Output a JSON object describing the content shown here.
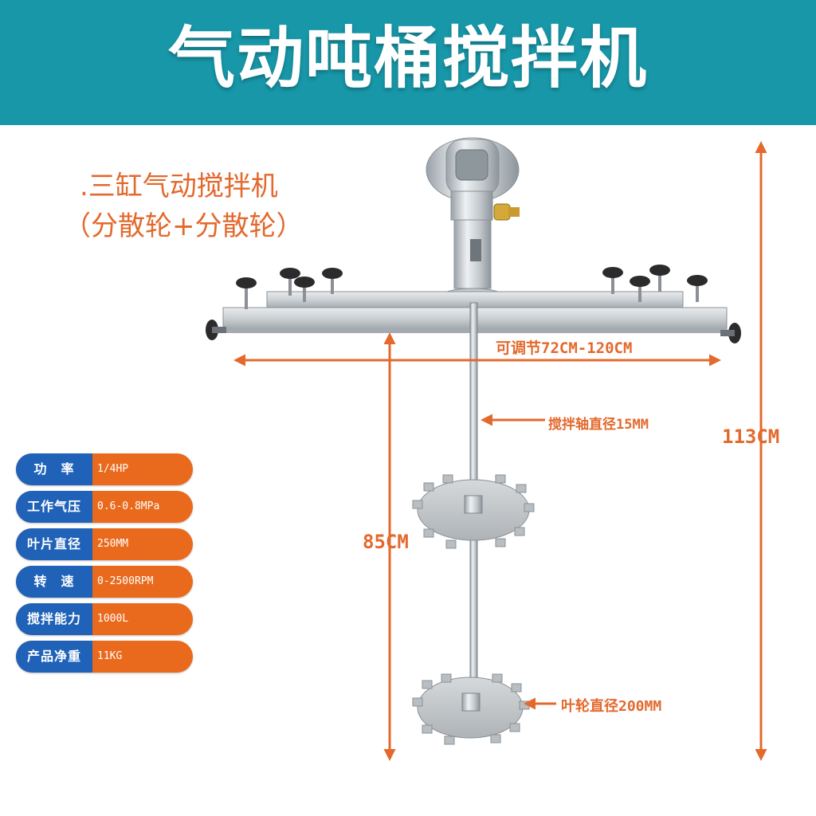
{
  "header": {
    "title": "气动吨桶搅拌机"
  },
  "product": {
    "model_line1": ".三缸气动搅拌机",
    "model_line2": "（分散轮+分散轮）"
  },
  "dimensions": {
    "width": "可调节72CM-120CM",
    "total_height": "113CM",
    "shaft_length": "85CM",
    "shaft_diameter": "搅拌轴直径15MM",
    "impeller_diameter": "叶轮直径200MM"
  },
  "specs": [
    {
      "key": "功　率",
      "value": "1/4HP"
    },
    {
      "key": "工作气压",
      "value": "0.6-0.8MPa"
    },
    {
      "key": "叶片直径",
      "value": "250MM"
    },
    {
      "key": "转　速",
      "value": "0-2500RPM"
    },
    {
      "key": "搅拌能力",
      "value": "1000L"
    },
    {
      "key": "产品净重",
      "value": "11KG"
    }
  ],
  "colors": {
    "banner": "#1797a8",
    "accent_orange": "#e3692d",
    "spec_key_blue": "#1f62b8",
    "spec_value_orange": "#ea6a1d"
  }
}
